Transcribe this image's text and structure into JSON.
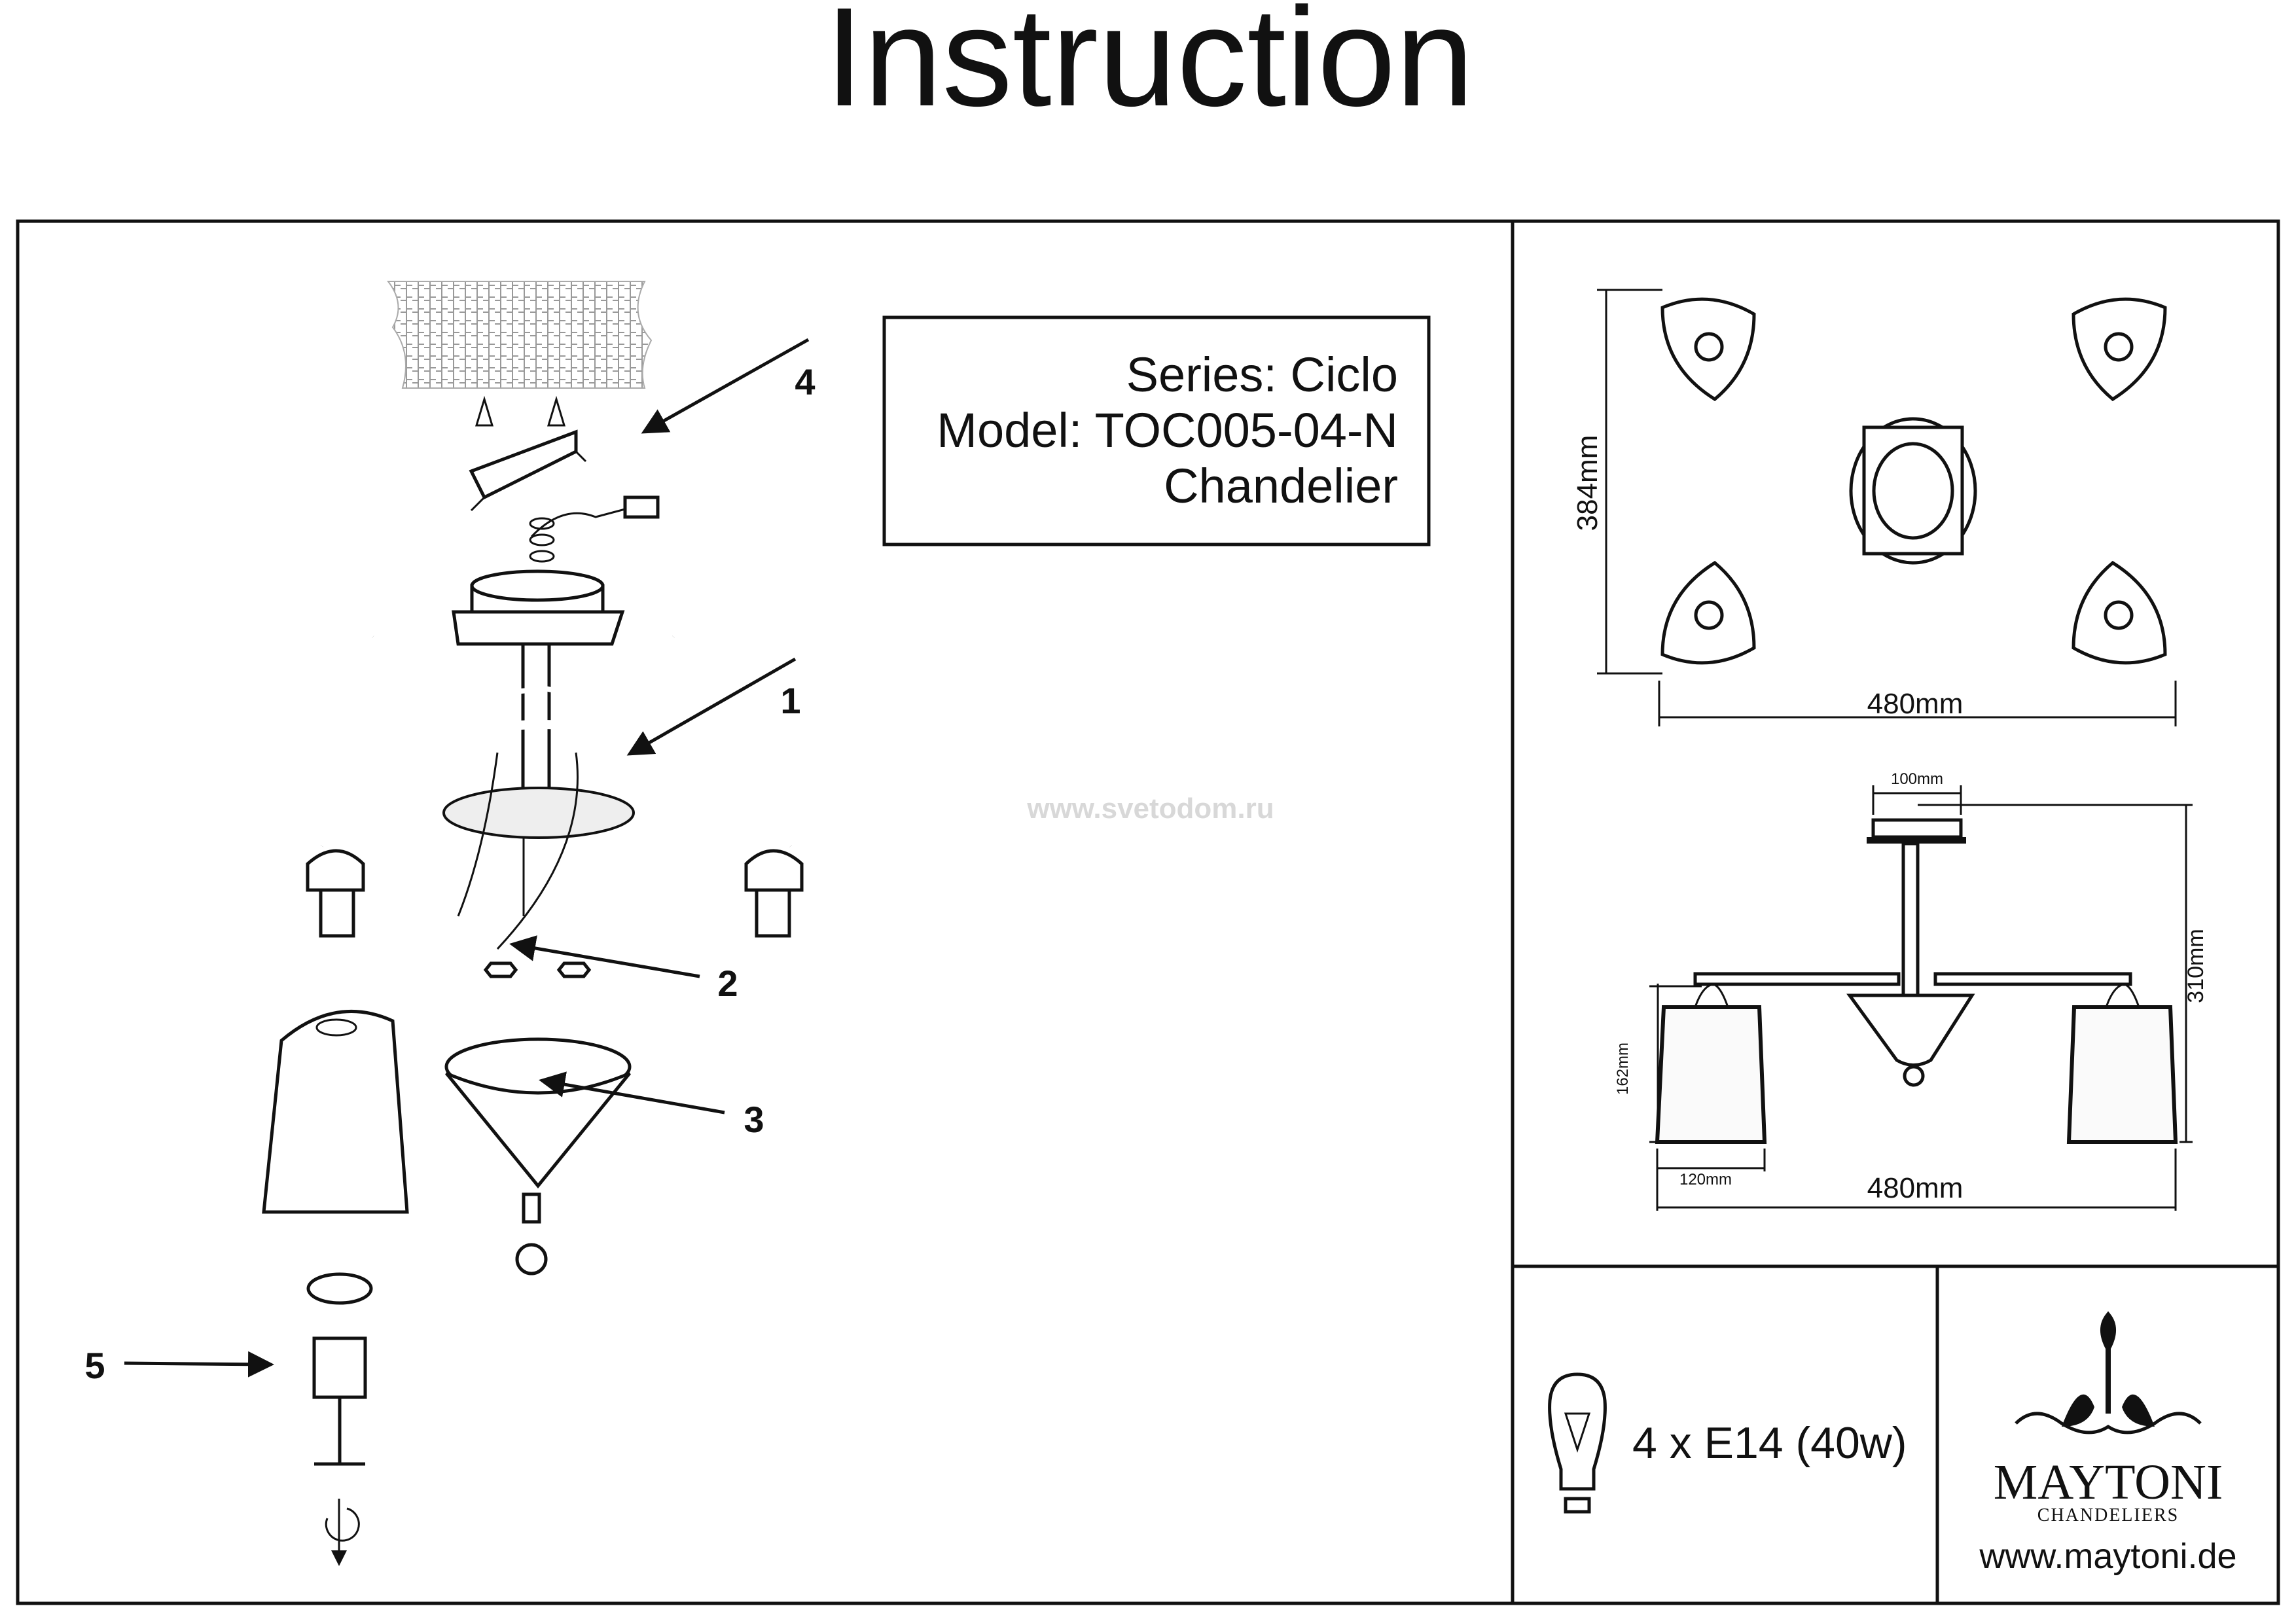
{
  "title": "Instruction",
  "info": {
    "series": "Series: Ciclo",
    "model": "Model: TOC005-04-N",
    "type": "Chandelier"
  },
  "watermark": "www.svetodom.ru",
  "steps": [
    "1",
    "2",
    "3",
    "4",
    "5"
  ],
  "top_view": {
    "height": "384mm",
    "width": "480mm"
  },
  "side_view": {
    "canopy": "100mm",
    "height": "310mm",
    "shade_height": "162mm",
    "shade_width": "120mm",
    "width": "480mm"
  },
  "bulb": {
    "icon": "light-bulb-icon",
    "spec": "4 x E14 (40w)"
  },
  "brand": {
    "name": "MAYTONI",
    "tagline": "CHANDELIERS",
    "website": "www.maytoni.de"
  },
  "colors": {
    "ink": "#111111",
    "watermark": "#d8d8d8"
  }
}
